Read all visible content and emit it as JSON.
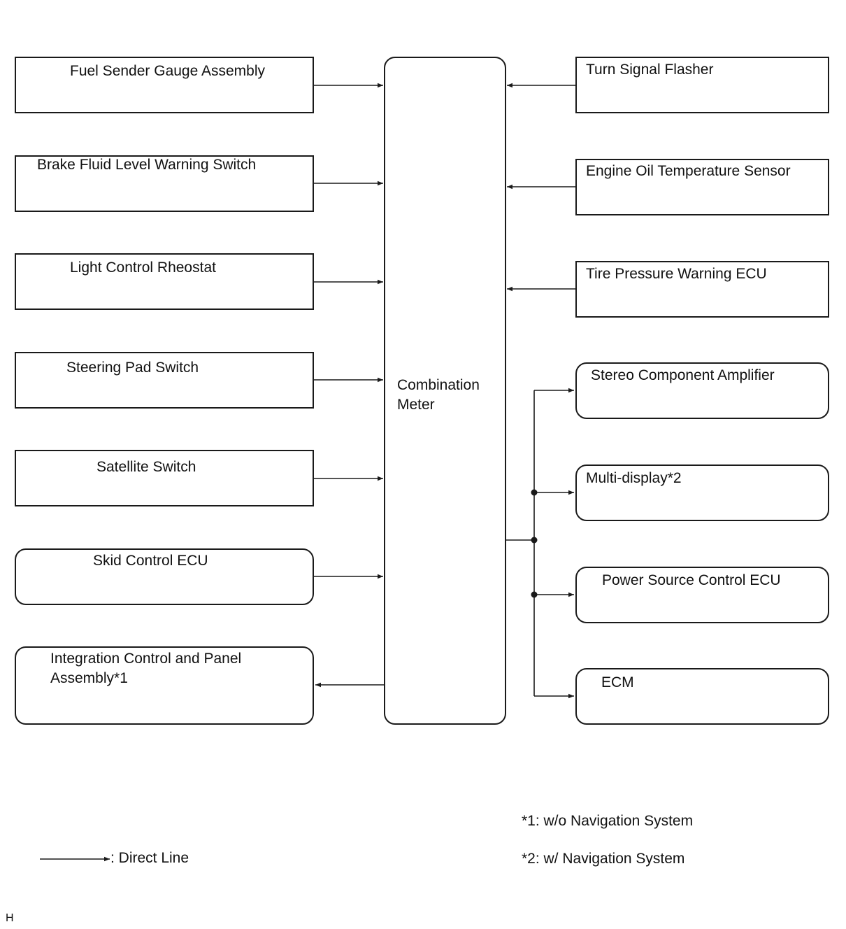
{
  "left_inputs": [
    "Fuel Sender Gauge Assembly",
    "Brake Fluid Level Warning Switch",
    "Light Control Rheostat",
    "Steering Pad Switch",
    "Satellite Switch",
    "Skid Control ECU"
  ],
  "left_output": "Integration Control and Panel Assembly*1",
  "center": {
    "line1": "Combination",
    "line2": "Meter"
  },
  "right_inputs": [
    "Turn Signal Flasher",
    "Engine Oil Temperature Sensor",
    "Tire Pressure Warning ECU"
  ],
  "right_outputs": [
    "Stereo Component Amplifier",
    "Multi-display*2",
    "Power Source Control ECU",
    "ECM"
  ],
  "legend": {
    "line_label": ": Direct Line"
  },
  "notes": [
    "*1: w/o Navigation System",
    "*2: w/ Navigation System"
  ],
  "corner_mark": "H"
}
